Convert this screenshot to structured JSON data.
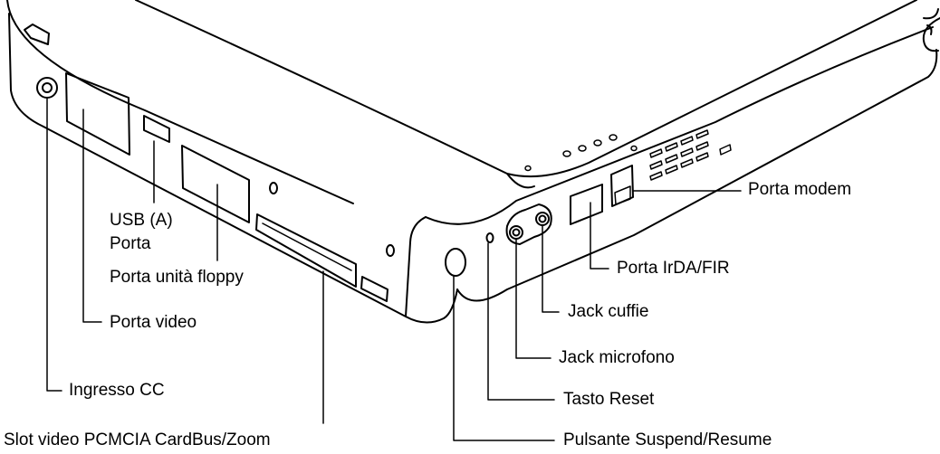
{
  "labels": {
    "usb_line1": "USB (A)",
    "usb_line2": "Porta",
    "floppy": "Porta unità floppy",
    "video": "Porta video",
    "dc_in": "Ingresso CC",
    "pcmcia": "Slot video PCMCIA CardBus/Zoom",
    "modem": "Porta modem",
    "irda": "Porta IrDA/FIR",
    "headphone": "Jack cuffie",
    "mic": "Jack microfono",
    "reset": "Tasto Reset",
    "suspend": "Pulsante Suspend/Resume"
  }
}
